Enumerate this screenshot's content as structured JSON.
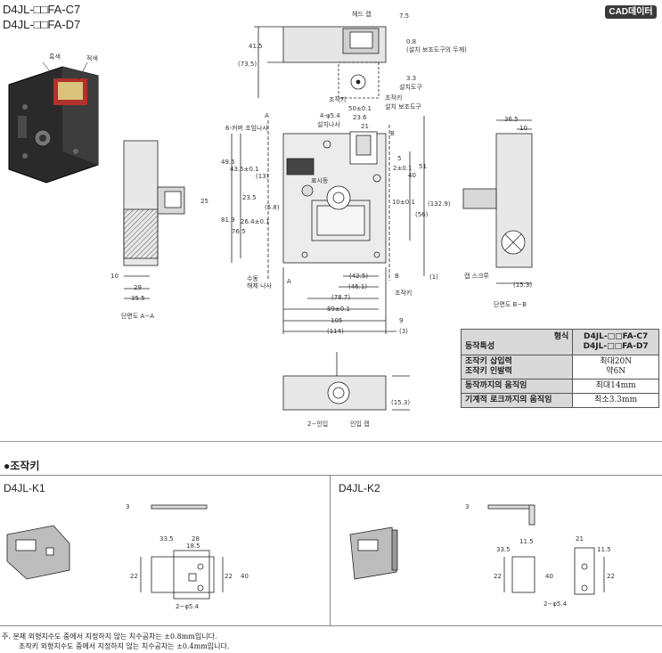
{
  "header": {
    "title_line1": "D4JL-□□FA-C7",
    "title_line2": "D4JL-□□FA-D7",
    "cad_badge": "CAD데이터"
  },
  "photo_labels": {
    "black": "흑색",
    "red": "적색"
  },
  "top_view_labels": {
    "head_cap": "헤드 캡",
    "dim_7_5": "7.5",
    "dim_41_5": "41.5",
    "dim_73_5": "(73.5)",
    "dim_0_8": "0.8",
    "aux_thickness": "(설치 보조도구의 두께)",
    "dim_3_3": "3.3",
    "install_tool": "설치도구",
    "key": "조작키",
    "install_aux_tool": "설치 보조도구"
  },
  "front_view_labels": {
    "screw_4_phi": "4-φ5.4",
    "install_screw": "설치나사",
    "cover_screw": "6-커버 조임나사",
    "dim_50": "50±0.1",
    "dim_23_6": "23.6",
    "dim_21": "21",
    "dim_49_5": "49.5",
    "dim_43_5": "43.5±0.1",
    "dim_13": "(13)",
    "indicator": "표시등",
    "dim_5": "5",
    "dim_2": "2±0.1",
    "dim_51": "51",
    "dim_40": "40",
    "dim_10": "10±0.1",
    "dim_132_9": "(132.9)",
    "dim_56": "(56)",
    "dim_23_5": "23.5",
    "dim_5_8": "(5.8)",
    "dim_81_9": "81.9",
    "dim_26_4": "26.4±0.1",
    "dim_76_5": "76.5",
    "manual_release": "수동\n해제 나사",
    "dim_42_5": "(42.5)",
    "dim_46_1": "(46.1)",
    "dim_78_7": "(78.7)",
    "dim_89": "89±0.1",
    "dim_105": "105",
    "dim_114": "(114)",
    "dim_1": "(1)",
    "dim_9": "9",
    "dim_3": "(3)",
    "key_label": "조작키",
    "section_a": "A",
    "section_b": "B"
  },
  "side_views": {
    "dim_25": "25",
    "dim_10": "10",
    "dim_29": "29",
    "dim_35_5": "35.5",
    "section_aa": "단면도 A−A",
    "dim_36_5": "36.5",
    "dim_10b": "10",
    "cap_screw": "캡 스크루",
    "dim_15_3": "(15.3)",
    "section_bb": "단면도 B−B"
  },
  "bottom_view": {
    "two_inlet": "2−인입",
    "inlet_cap": "인입 캡",
    "dim_15_3": "(15.3)"
  },
  "spec_table": {
    "header_left": "동작특성",
    "header_right_top": "형식",
    "model_c7": "D4JL-□□FA-C7",
    "model_d7": "D4JL-□□FA-D7",
    "rows": [
      {
        "label": "조작키 삽입력\n조작키 인발력",
        "value": "최대20N\n약6N"
      },
      {
        "label": "동작까지의 움직임",
        "value": "최대14mm"
      },
      {
        "label": "기계적 로크까지의 움직임",
        "value": "최소3.3mm"
      }
    ]
  },
  "key_section": {
    "heading": "●조작키",
    "k1": {
      "name": "D4JL-K1",
      "dim_3": "3",
      "dim_33_5": "33.5",
      "dim_28": "28",
      "dim_18_5": "18.5",
      "dim_22a": "22",
      "dim_22b": "22",
      "dim_40": "40",
      "holes": "2−φ5.4"
    },
    "k2": {
      "name": "D4JL-K2",
      "dim_3": "3",
      "dim_33_5": "33.5",
      "dim_11_5a": "11.5",
      "dim_21": "21",
      "dim_11_5b": "11.5",
      "dim_22a": "22",
      "dim_22b": "22",
      "dim_40": "40",
      "holes": "2−φ5.4"
    }
  },
  "notes": {
    "line1": "주. 본체 외형치수도 중에서 지정하지 않는 치수공차는 ±0.8mm입니다.",
    "line2": "조작키 외형치수도 중에서 지정하지 않는 치수공차는 ±0.4mm입니다."
  }
}
